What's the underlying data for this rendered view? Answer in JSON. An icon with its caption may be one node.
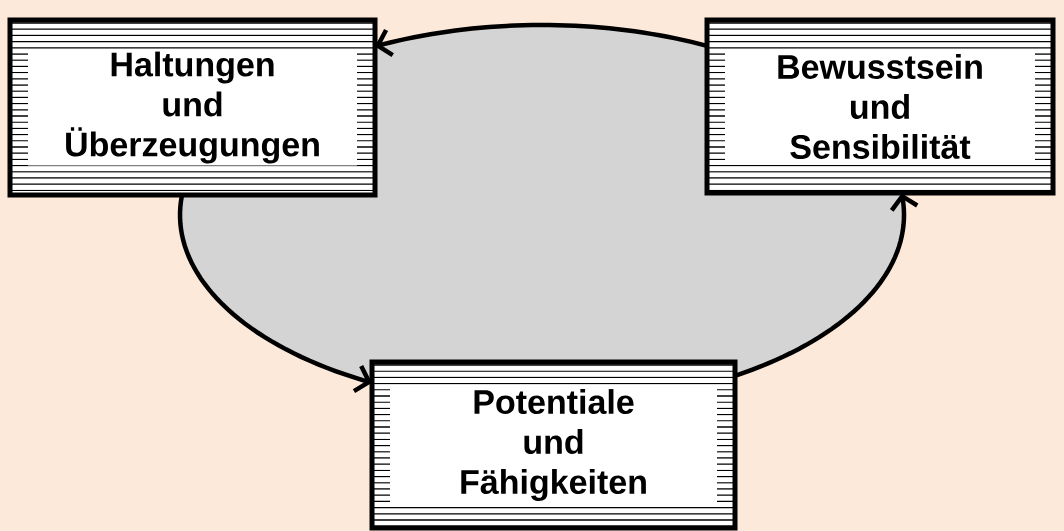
{
  "diagram": {
    "nodes": [
      {
        "text": [
          "Haltungen und Überzeugungen"
        ]
      },
      {
        "text": [
          "Bewusstsein und Sensibilität"
        ]
      },
      {
        "text": [
          "Potentiale und Fähigkeiten"
        ]
      }
    ],
    "edges": [
      {
        "from": 1,
        "to": 0,
        "arrow": "to"
      },
      {
        "from": 0,
        "to": 2,
        "arrow": "to"
      },
      {
        "from": 2,
        "to": 1,
        "arrow": "to"
      }
    ]
  }
}
